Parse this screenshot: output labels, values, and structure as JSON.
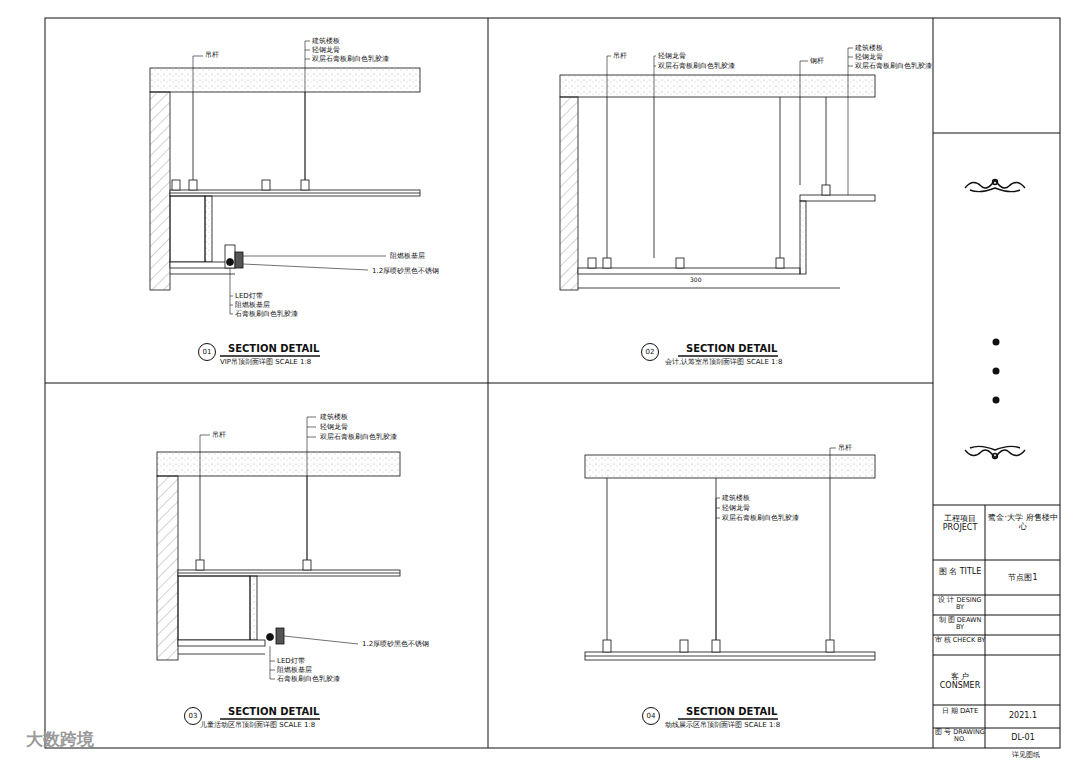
{
  "diagram": {
    "nodes": [
      {
        "text": [
          "01"
        ]
      },
      {
        "text": [
          "02"
        ]
      },
      {
        "text": [
          "03"
        ]
      },
      {
        "text": [
          "04"
        ]
      }
    ],
    "labels": [
      "吊杆",
      "建筑楼板",
      "轻钢龙骨",
      "双层石膏板刷白色乳胶漆",
      "阻燃板基层",
      "1.2厚喷砂黑色不锈钢",
      "LED灯带",
      "阻燃板基层",
      "石膏板刷白色乳胶漆",
      "SECTION DETAIL",
      "VIP吊顶剖面详图  SCALE 1:8",
      "吊杆",
      "轻钢龙骨",
      "双层石膏板刷白色乳胶漆",
      "钢杆",
      "建筑楼板",
      "轻钢龙骨",
      "双层石膏板刷白色乳胶漆",
      "300",
      "SECTION DETAIL",
      "会计,认筹室吊顶剖面详图  SCALE 1:8",
      "吊杆",
      "建筑楼板",
      "轻钢龙骨",
      "双层石膏板刷白色乳胶漆",
      "1.2厚喷砂黑色不锈钢",
      "LED灯带",
      "阻燃板基层",
      "石膏板刷白色乳胶漆",
      "SECTION DETAIL",
      "儿童活动区吊顶剖面详图  SCALE 1:8",
      "吊杆",
      "建筑楼板",
      "轻钢龙骨",
      "双层石膏板刷白色乳胶漆",
      "SECTION DETAIL",
      "动线展示区吊顶剖面详图  SCALE 1:8",
      "工程项目 PROJECT",
      "鹭金·大学 府售楼中心",
      "图 名 TITLE",
      "节点图1",
      "设 计 DESING BY",
      "制 图 DEAWN BY",
      "审 核 CHECK BY",
      "客 户 CONSMER",
      "日 期 DATE",
      "2021.1",
      "图 号 DRAWING NO.",
      "DL-01",
      "详见图纸",
      "大数跨境"
    ]
  }
}
